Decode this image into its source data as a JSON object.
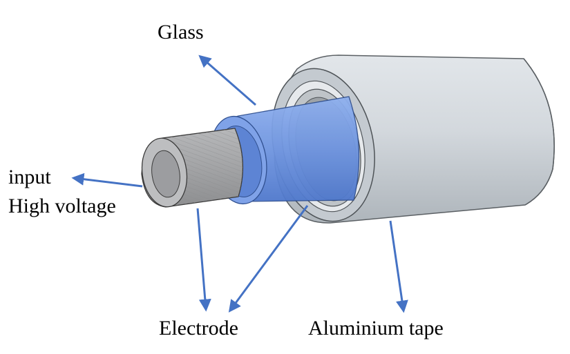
{
  "labels": {
    "glass": "Glass",
    "input": "input",
    "high_voltage": "High voltage",
    "electrode": "Electrode",
    "aluminium_tape": "Aluminium tape"
  },
  "colors": {
    "arrow": "#4472c4",
    "tape_body": "#d3d8dd",
    "tape_shadow": "#b5bcc2",
    "glass_blue": "#6f95e0",
    "glass_blue_light": "#9fbcf0",
    "electrode_grey": "#a9aaac",
    "electrode_light": "#c9cacc",
    "outline": "#3a3a3a"
  }
}
